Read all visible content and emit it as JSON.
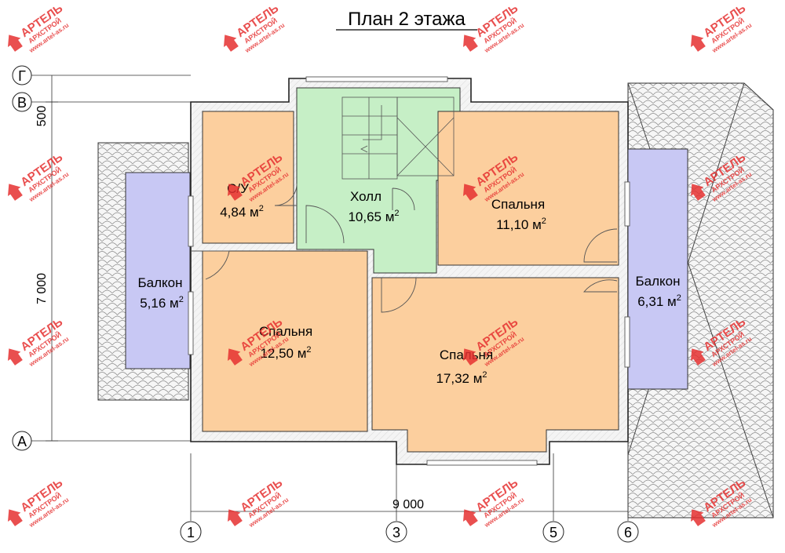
{
  "title": "План 2 этажа",
  "rooms": [
    {
      "name": "С/У",
      "area": "4,84 м",
      "sup": "2"
    },
    {
      "name": "Холл",
      "area": "10,65 м",
      "sup": "2"
    },
    {
      "name": "Спальня",
      "area": "11,10 м",
      "sup": "2"
    },
    {
      "name": "Балкон",
      "area": "5,16 м",
      "sup": "2"
    },
    {
      "name": "Спальня",
      "area": "12,50 м",
      "sup": "2"
    },
    {
      "name": "Спальня",
      "area": "17,32 м",
      "sup": "2"
    },
    {
      "name": "Балкон",
      "area": "6,31 м",
      "sup": "2"
    }
  ],
  "dimensions": {
    "top_offset": "500",
    "height": "7 000",
    "width": "9 000"
  },
  "axes": {
    "rows": [
      "Г",
      "В",
      "А"
    ],
    "cols": [
      "1",
      "3",
      "5",
      "6"
    ]
  },
  "watermark": {
    "brand": "АРТЕЛЬ",
    "sub": "АРХСТРОЙ",
    "site": "www.artel-as.ru"
  },
  "colors": {
    "bedroom": "#fccf9e",
    "hall": "#c6efc6",
    "balcony": "#c8c8f4",
    "tile": "#f4f4f4",
    "wall": "#f2f2f2",
    "watermark": "#e53030"
  }
}
